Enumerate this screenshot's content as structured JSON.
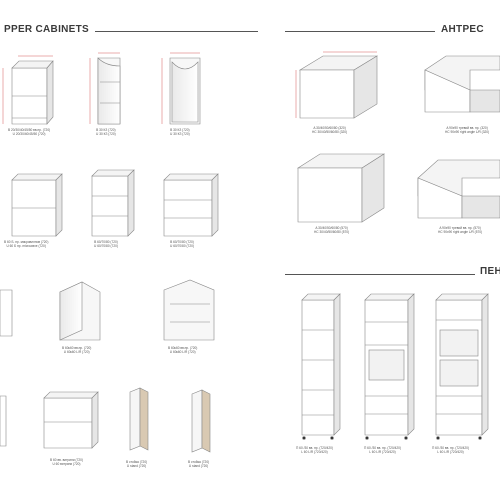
{
  "sections": {
    "left_title": "PPER CABINETS",
    "right_title_1": "АНТРЕС",
    "right_title_2": "ПЕН"
  },
  "items": [
    {
      "id": "c1",
      "line1": "В 20/30/40/45/50 вв.пр. (720)",
      "line2": "U 20/30/40/45/50 (720)"
    },
    {
      "id": "c2",
      "line1": "В 30 КЗ (720)",
      "line2": "U 30 КЗ (720)"
    },
    {
      "id": "c3",
      "line1": "В 30 КЗ (720)",
      "line2": "U 30 КЗ (720)"
    },
    {
      "id": "c4",
      "line1": "В 60 Б. пр. микровилнов (720)",
      "line2": "U 60 Б пр. microwave (720)"
    },
    {
      "id": "c5",
      "line1": "В 60/70/80 (720)",
      "line2": "U 60/70/80 (720)"
    },
    {
      "id": "c6",
      "line1": "В 60/70/80 (720)",
      "line2": "U 60/70/80 (720)"
    },
    {
      "id": "c7",
      "line1": "В 60к60 вв.пр. (720)",
      "line2": "U 60к60 L/R (720)"
    },
    {
      "id": "c8",
      "line1": "В 60к60 вв.пр. (720)",
      "line2": "U 60к60 L/R (720)"
    },
    {
      "id": "c9",
      "line1": "В 60 вв. витрини (720)",
      "line2": "U 60 витрини (720)"
    },
    {
      "id": "c10",
      "line1": "В стойка (720)",
      "line2": "U stand (720)"
    },
    {
      "id": "c11",
      "line1": "В стойка (720)",
      "line2": "U stand (720)"
    },
    {
      "id": "a1",
      "line1": "A 30/40/50/60/80 (320)",
      "line2": "HC 30/40/50/60/80 (320)"
    },
    {
      "id": "a2",
      "line1": "A 90x90 тревий вв. пр. (320)",
      "line2": "HC 90x90 right angle L/R (320)"
    },
    {
      "id": "a3",
      "line1": "A 30/40/50/60/80 (570)",
      "line2": "HC 30/40/50/60/80 (570)"
    },
    {
      "id": "a4",
      "line1": "A 90x90 тревий вв. пр. (570)",
      "line2": "HC 90x90 right angle L/R (570)"
    },
    {
      "id": "p1",
      "line1": "П 60 /30 вв. пр. (720/420)",
      "line2": "L 60 L/R (720/420)"
    },
    {
      "id": "p2",
      "line1": "П 60 /30 вв. пр. (720/420)",
      "line2": "L 60 L/R (720/420)"
    },
    {
      "id": "p3",
      "line1": "П 60 /30 вв. пр. (720/420)",
      "line2": "L 60 L/R (720/420)"
    }
  ]
}
